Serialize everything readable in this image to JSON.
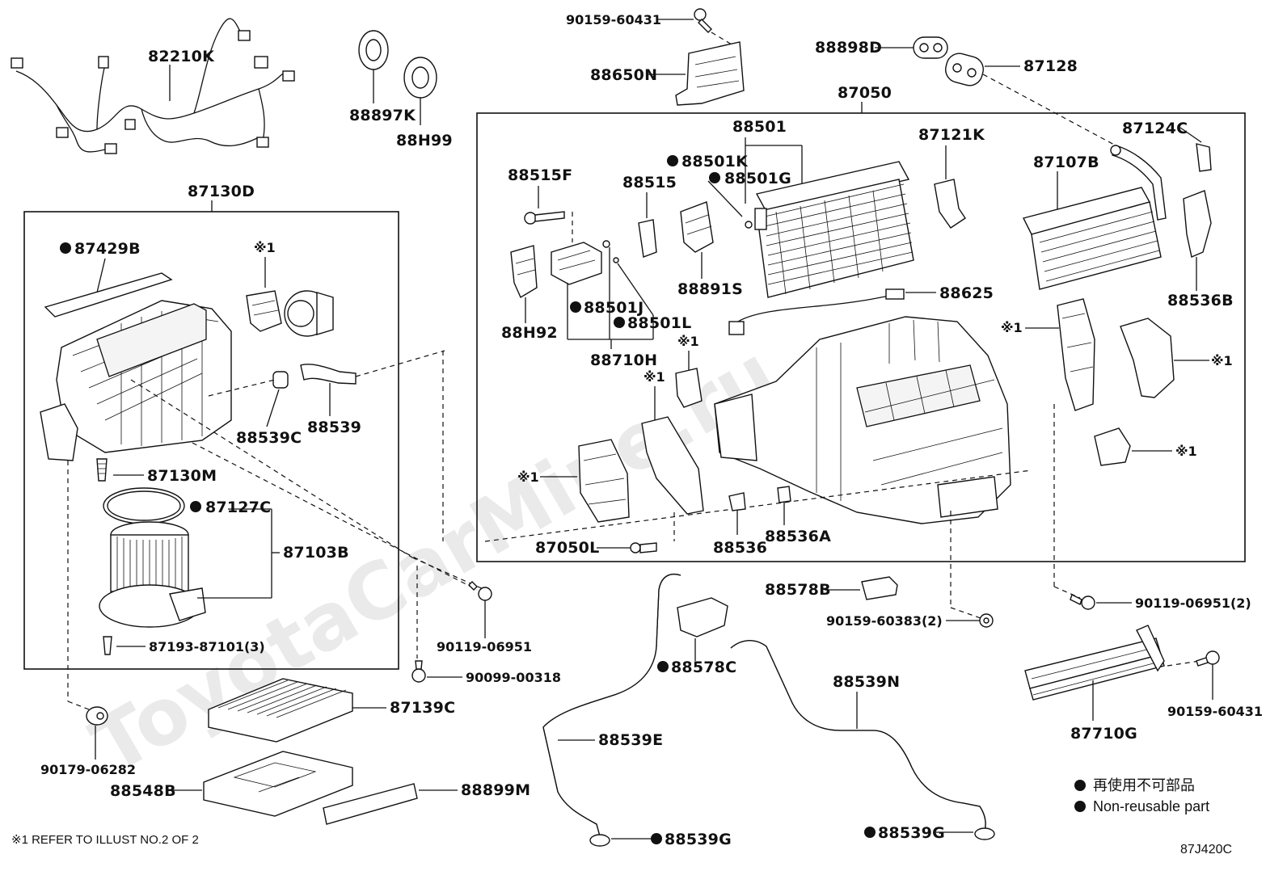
{
  "watermark": "ToyotaCarMine.ru",
  "legend": {
    "ja": "再使用不可部品",
    "en": "Non-reusable part"
  },
  "footnote": "※1 REFER TO ILLUST NO.2 OF 2",
  "illustration_code": "87J420C",
  "ref_mark": "※1",
  "labels": {
    "p82210K": "82210K",
    "p88897K": "88897K",
    "p88H99": "88H99",
    "p90159_60431_top": "90159-60431",
    "p88650N": "88650N",
    "p88898D": "88898D",
    "p87128": "87128",
    "p87050": "87050",
    "p87130D": "87130D",
    "p87429B": "87429B",
    "p88539C": "88539C",
    "p88539": "88539",
    "p87130M": "87130M",
    "p87127C": "87127C",
    "p87103B": "87103B",
    "p87193": "87193-87101(3)",
    "p90119_06951": "90119-06951",
    "p90099_00318": "90099-00318",
    "p87139C": "87139C",
    "p90179_06282": "90179-06282",
    "p88548B": "88548B",
    "p88899M": "88899M",
    "p88501": "88501",
    "p88501K": "88501K",
    "p88501G": "88501G",
    "p88515F": "88515F",
    "p88515": "88515",
    "p87121K": "87121K",
    "p87124C": "87124C",
    "p87107B": "87107B",
    "p88891S": "88891S",
    "p88625": "88625",
    "p88536B": "88536B",
    "p88H92": "88H92",
    "p88501J": "88501J",
    "p88501L": "88501L",
    "p88710H": "88710H",
    "p87050L": "87050L",
    "p88536": "88536",
    "p88536A": "88536A",
    "p88578B": "88578B",
    "p90159_60383": "90159-60383(2)",
    "p90119_06951_2": "90119-06951(2)",
    "p88578C": "88578C",
    "p88539N": "88539N",
    "p88539E": "88539E",
    "p87710G": "87710G",
    "p90159_60431_r": "90159-60431",
    "p88539G_l": "88539G",
    "p88539G_r": "88539G"
  }
}
